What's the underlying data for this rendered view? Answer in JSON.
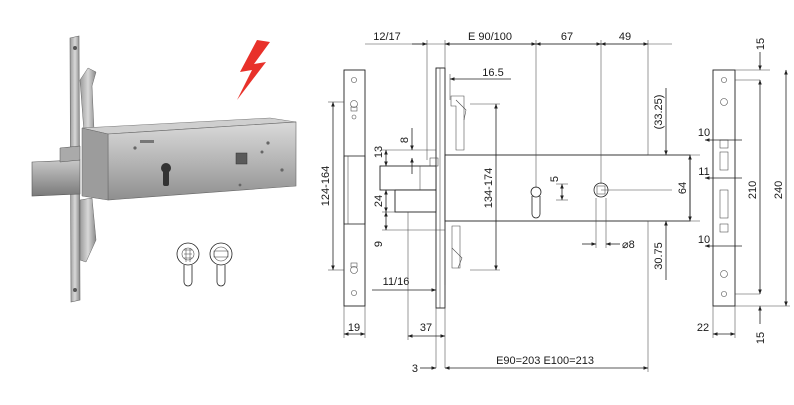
{
  "photo": {
    "icon_lightning": "lightning-bolt-icon",
    "lightning_color": "#e8312a",
    "cylinder_icons": [
      "key-cylinder-icon",
      "knob-cylinder-icon"
    ]
  },
  "left_view": {
    "faceplate_height": "124-164",
    "faceplate_width": "19"
  },
  "center_view": {
    "top_backset": "12/17",
    "backset": "E 90/100",
    "distance_67": "67",
    "distance_49": "49",
    "latch_offset": "16.5",
    "spacing_8": "8",
    "spacing_13": "13",
    "spacing_24": "24",
    "spacing_9": "9",
    "height_range": "134-174",
    "offset_33": "(33.25)",
    "dimension_5": "5",
    "height_64": "64",
    "diameter": "⌀8",
    "offset_30": "30.75",
    "thickness": "11/16",
    "depth_37": "37",
    "depth_3": "3",
    "total_length": "E90=203  E100=213"
  },
  "right_view": {
    "top_15": "15",
    "gap_10_top": "10",
    "gap_11": "11",
    "gap_10_bottom": "10",
    "length_210": "210",
    "length_240": "240",
    "width_22": "22",
    "bottom_15": "15"
  }
}
